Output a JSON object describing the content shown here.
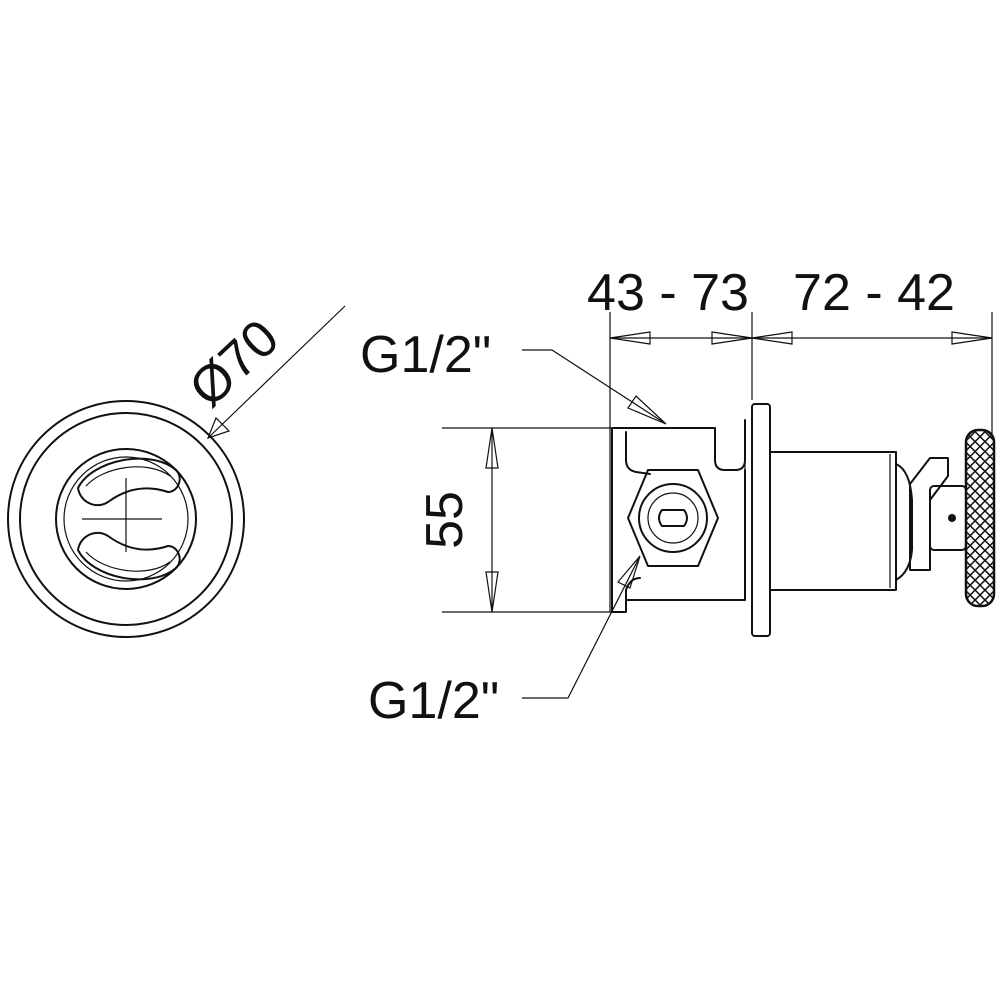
{
  "diagram": {
    "front_view": {
      "diameter_label": "Ø70"
    },
    "side_view": {
      "depth_range_label": "43 - 73",
      "handle_range_label": "72 - 42",
      "height_label": "55",
      "top_connection_label": "G1/2\"",
      "bottom_connection_label": "G1/2\""
    },
    "colors": {
      "ink": "#111111",
      "background": "#ffffff"
    }
  }
}
